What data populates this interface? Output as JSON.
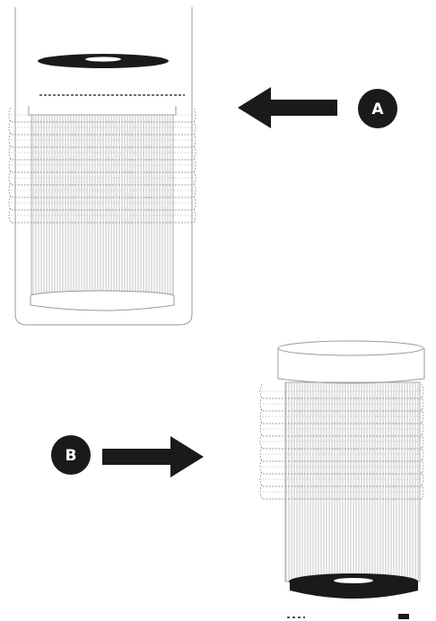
{
  "labels": {
    "a": "A",
    "b": "B"
  },
  "colors": {
    "ink": "#1a1a1a",
    "line": "#9a9a9a",
    "background": "#ffffff"
  },
  "steps": [
    {
      "id": "a",
      "arrow_direction": "left"
    },
    {
      "id": "b",
      "arrow_direction": "right"
    }
  ]
}
